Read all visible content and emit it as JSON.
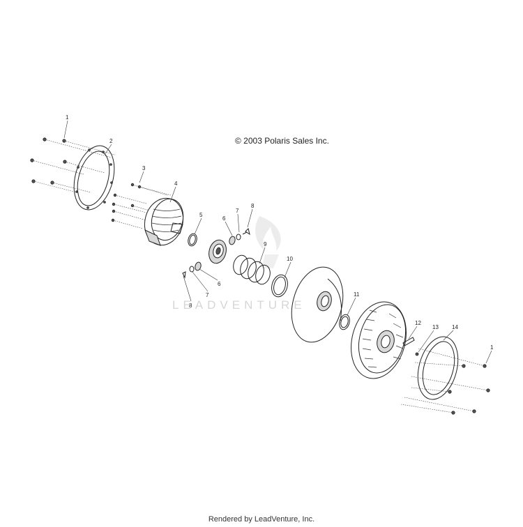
{
  "copyright": "© 2003 Polaris Sales Inc.",
  "footer": "Rendered by LeadVenture, Inc.",
  "watermark": "LEADVENTURE",
  "callouts": {
    "c1_top": "1",
    "c2": "2",
    "c3": "3",
    "c4": "4",
    "c5": "5",
    "c6_upper": "6",
    "c7_upper": "7",
    "c8_upper": "8",
    "c9": "9",
    "c10": "10",
    "c8_lower": "8",
    "c7_lower": "7",
    "c6_lower": "6",
    "c11": "11",
    "c12": "12",
    "c13": "13",
    "c14": "14",
    "c1_right": "1"
  }
}
